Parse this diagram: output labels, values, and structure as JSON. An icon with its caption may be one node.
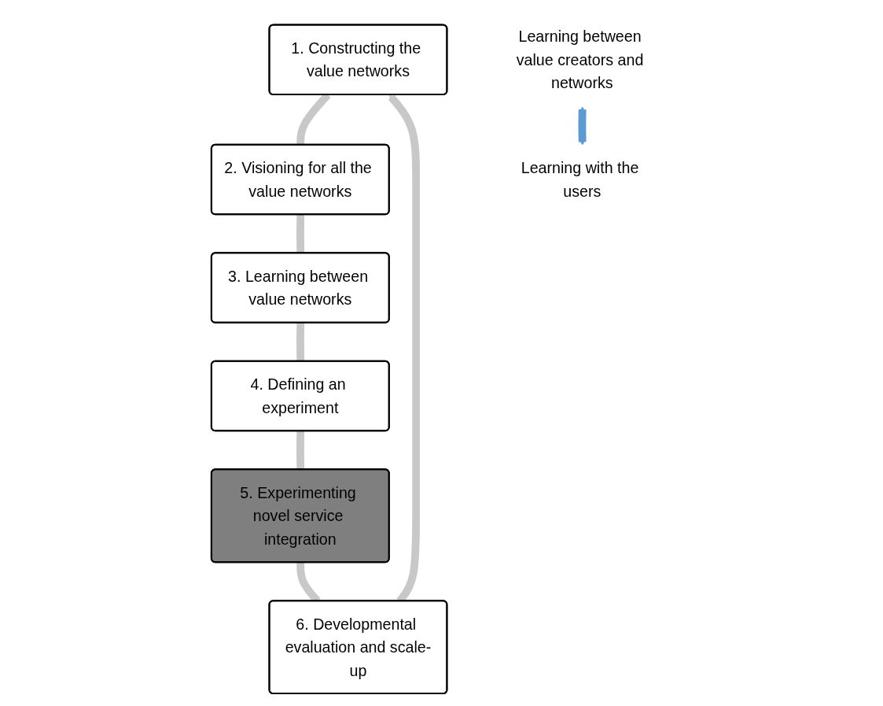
{
  "diagram": {
    "nodes": [
      {
        "text": [
          "1. Constructing the value networks"
        ]
      },
      {
        "text": [
          "2. Visioning for all the value networks"
        ]
      },
      {
        "text": [
          "3. Learning between value networks"
        ]
      },
      {
        "text": [
          "4. Defining an experiment"
        ]
      },
      {
        "text": [
          "5. Experimenting novel service integration"
        ]
      },
      {
        "text": [
          "6. Developmental evaluation and scale-up"
        ]
      },
      {
        "text": [
          "Learning between value creators and networks"
        ]
      },
      {
        "text": [
          "Learning with the users"
        ]
      }
    ],
    "edges": [
      {
        "from": 0,
        "to": 1,
        "arrow": "none"
      },
      {
        "from": 1,
        "to": 2,
        "arrow": "none"
      },
      {
        "from": 2,
        "to": 3,
        "arrow": "none"
      },
      {
        "from": 3,
        "to": 4,
        "arrow": "none"
      },
      {
        "from": 4,
        "to": 5,
        "arrow": "none"
      },
      {
        "from": 5,
        "to": 0,
        "arrow": "to"
      },
      {
        "from": 6,
        "to": 7,
        "arrow": "both",
        "color": "#5b9bd5"
      }
    ]
  }
}
